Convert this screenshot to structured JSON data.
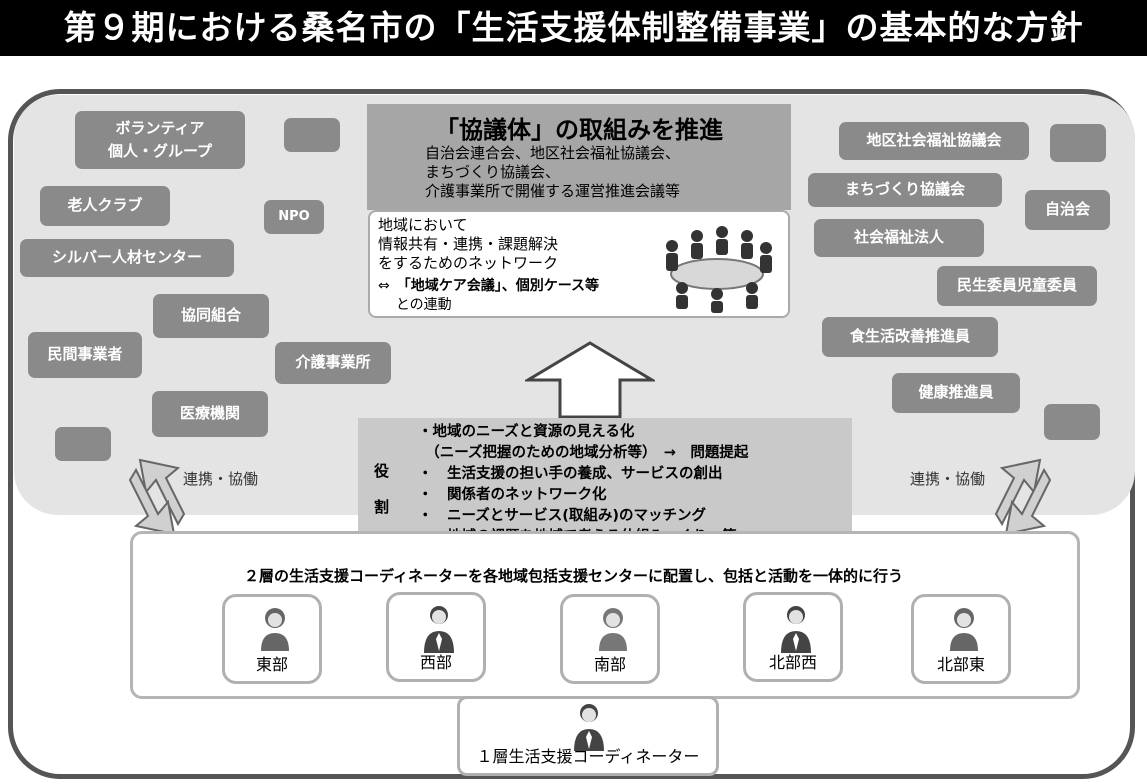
{
  "title": "第９期における桑名市の「生活支援体制整備事業」の基本的な方針",
  "left_groups": {
    "volunteer": "ボランティア\n個人・グループ",
    "elderly_club": "老人クラブ",
    "npo": "NPO",
    "silver": "シルバー人材センター",
    "coop": "協同組合",
    "private": "民間事業者",
    "care": "介護事業所",
    "medical": "医療機関"
  },
  "right_groups": {
    "district_welfare": "地区社会福祉協議会",
    "machizukuri": "まちづくり協議会",
    "jichikai": "自治会",
    "social_welfare": "社会福祉法人",
    "minsei": "民生委員児童委員",
    "diet": "食生活改善推進員",
    "health": "健康推進員"
  },
  "council": {
    "title": "「協議体」の取組みを推進",
    "desc": "自治会連合会、地区社会福祉協議会、\nまちづくり協議会、\n介護事業所で開催する運営推進会議等"
  },
  "network": {
    "text": "地域において\n情報共有・連携・課題解決\nをするためのネットワーク",
    "link_prefix": "⇔　",
    "link_bold": "「地域ケア会議」、個別ケース等",
    "link_suffix": "との連動"
  },
  "role": {
    "label1": "役",
    "label2": "割",
    "items": "・地域のニーズと資源の見える化\n　（ニーズ把握のための地域分析等）　→　問題提起\n・　生活支援の担い手の養成、サービスの創出\n・　関係者のネットワーク化\n・　ニーズとサービス(取組み)のマッチング\n・　地域の課題を地域で考える仕組みつくり　等"
  },
  "collab_left": "連携・協働",
  "collab_right": "連携・協働",
  "lower_title": "２層の生活支援コーディネーターを各地域包括支援センターに配置し、包括と活動を一体的に行う",
  "centers": [
    "東部",
    "西部",
    "南部",
    "北部西",
    "北部東"
  ],
  "coordinator": "１層生活支援コーディネーター"
}
